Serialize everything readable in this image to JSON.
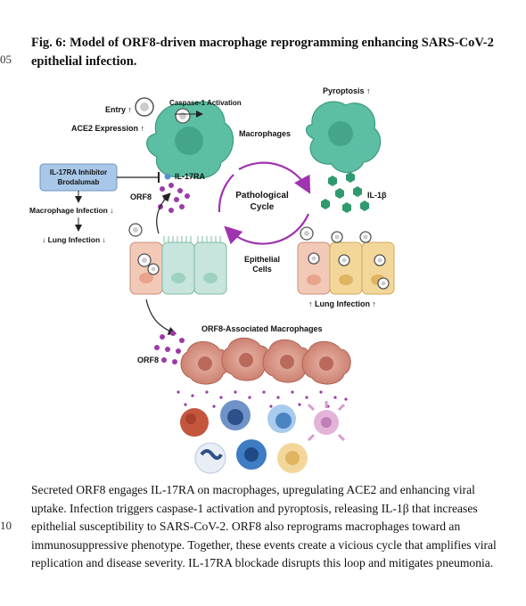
{
  "line_numbers": {
    "n05": "05",
    "n10": "10"
  },
  "caption": {
    "title_line1": "Fig. 6: Model of ORF8-driven macrophage reprogramming enhancing SARS-CoV-2",
    "title_line2": "epithelial infection.",
    "body_lines": [
      "Secreted ORF8 engages IL-17RA on macrophages, upregulating ACE2 and enhancing viral",
      "uptake. Infection triggers caspase-1 activation and pyroptosis, releasing IL-1β that increases",
      "epithelial susceptibility to SARS-CoV-2. ORF8 also reprograms macrophages toward an",
      "immunosuppressive phenotype. Together, these events create a vicious cycle that amplifies viral",
      "replication and disease severity. IL-17RA blockade disrupts this loop and mitigates pneumonia."
    ]
  },
  "figure": {
    "entry": "Entry ↑",
    "caspase": "Caspase-1 Activation",
    "ace2": "ACE2 Expression ↑",
    "macrophages": "Macrophages",
    "pyroptosis": "Pyroptosis ↑",
    "inhibitor_line1": "IL-17RA Inhibitor",
    "inhibitor_line2": "Brodalumab",
    "il17ra": "IL-17RA",
    "orf8_top": "ORF8",
    "macrophage_infection": "Macrophage Infection ↓",
    "lung_infection_down": "↓ Lung Infection ↓",
    "cycle_line1": "Pathological",
    "cycle_line2": "Cycle",
    "il1b": "IL-1β",
    "epithelial_line1": "Epithelial",
    "epithelial_line2": "Cells",
    "lung_infection_up": "↑ Lung Infection ↑",
    "orf8_assoc": "ORF8-Associated Macrophages",
    "orf8_bottom": "ORF8"
  },
  "colors": {
    "macrophage": "#5cbfa3",
    "orf8": "#9b3aa6",
    "il1b": "#2f9a6e",
    "inhibitor": "#a9c7e8",
    "cycle": "#a033b0",
    "reprogrammed": "#d98e7f"
  }
}
